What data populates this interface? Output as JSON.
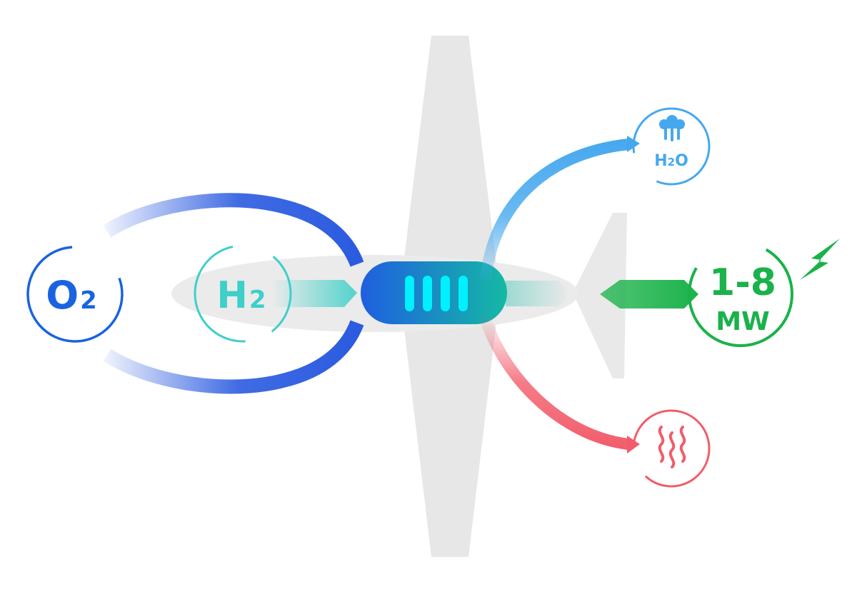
{
  "diagram": {
    "oxygen": {
      "main": "O",
      "sub": "2",
      "color": "#1a63e0"
    },
    "hydrogen": {
      "main": "H",
      "sub": "2",
      "color": "#3ecfca"
    },
    "water": {
      "main": "H",
      "sub": "2",
      "tail": "O",
      "icon": "steam-icon",
      "color": "#45a8ee"
    },
    "heat": {
      "icon": "heat-waves-icon",
      "color": "#f25c6a"
    },
    "power": {
      "value": "1-8",
      "unit": "MW",
      "icon": "lightning-bolt-icon",
      "color": "#1ab24a"
    },
    "fuel_cell": {
      "icon": "fuel-cell-icon",
      "colors": [
        "#1f5fe0",
        "#14b9a4"
      ]
    },
    "aircraft": {
      "icon": "airplane-icon",
      "color": "#ebebeb"
    }
  }
}
